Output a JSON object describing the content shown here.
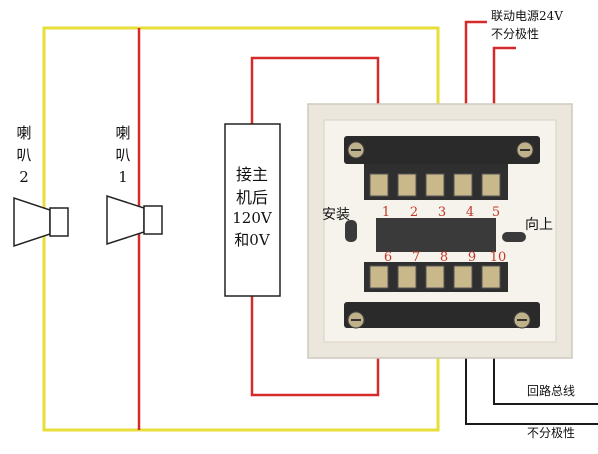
{
  "speakers": [
    {
      "label_line1": "喇",
      "label_line2": "叭",
      "label_line3": "2"
    },
    {
      "label_line1": "喇",
      "label_line2": "叭",
      "label_line3": "1"
    }
  ],
  "host_box": {
    "line1": "接主",
    "line2": "机后",
    "line3": "120V",
    "line4": "和0V"
  },
  "module": {
    "top_terminals": [
      "1",
      "2",
      "3",
      "4",
      "5"
    ],
    "bottom_terminals": [
      "6",
      "7",
      "8",
      "9",
      "10"
    ],
    "install_label": "安装",
    "up_label": "向上"
  },
  "annotations": {
    "linkage_power": "联动电源24V",
    "linkage_polarity": "不分极性",
    "loop_bus": "回路总线",
    "bus_polarity": "不分极性"
  },
  "colors": {
    "red_wire": "#d42a2a",
    "yellow_wire": "#e8de3a",
    "black_wire": "#1a1a1a",
    "label_red": "#c0392b"
  }
}
